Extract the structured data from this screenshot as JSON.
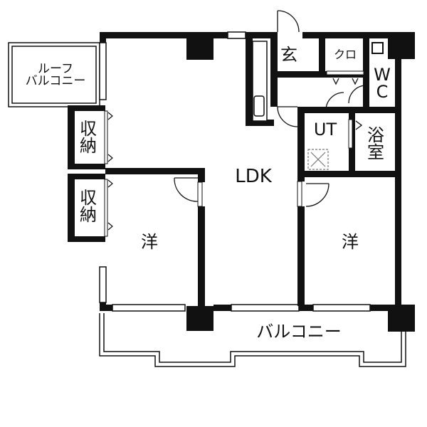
{
  "rooms": {
    "ldk": "LDK",
    "western_left": "洋",
    "western_right": "洋",
    "entrance": "玄",
    "closet": "クロ",
    "wc_line1": "W",
    "wc_line2": "C",
    "utility": "UT",
    "bath_line1": "浴",
    "bath_line2": "室",
    "storage_upper_line1": "収",
    "storage_upper_line2": "納",
    "storage_lower_line1": "収",
    "storage_lower_line2": "納"
  },
  "exterior": {
    "roof_balcony_line1": "ルーフ",
    "roof_balcony_line2": "バルコニー",
    "balcony": "バルコニー"
  },
  "colors": {
    "wall": "#111111",
    "background": "#ffffff",
    "dash": "#777777"
  }
}
